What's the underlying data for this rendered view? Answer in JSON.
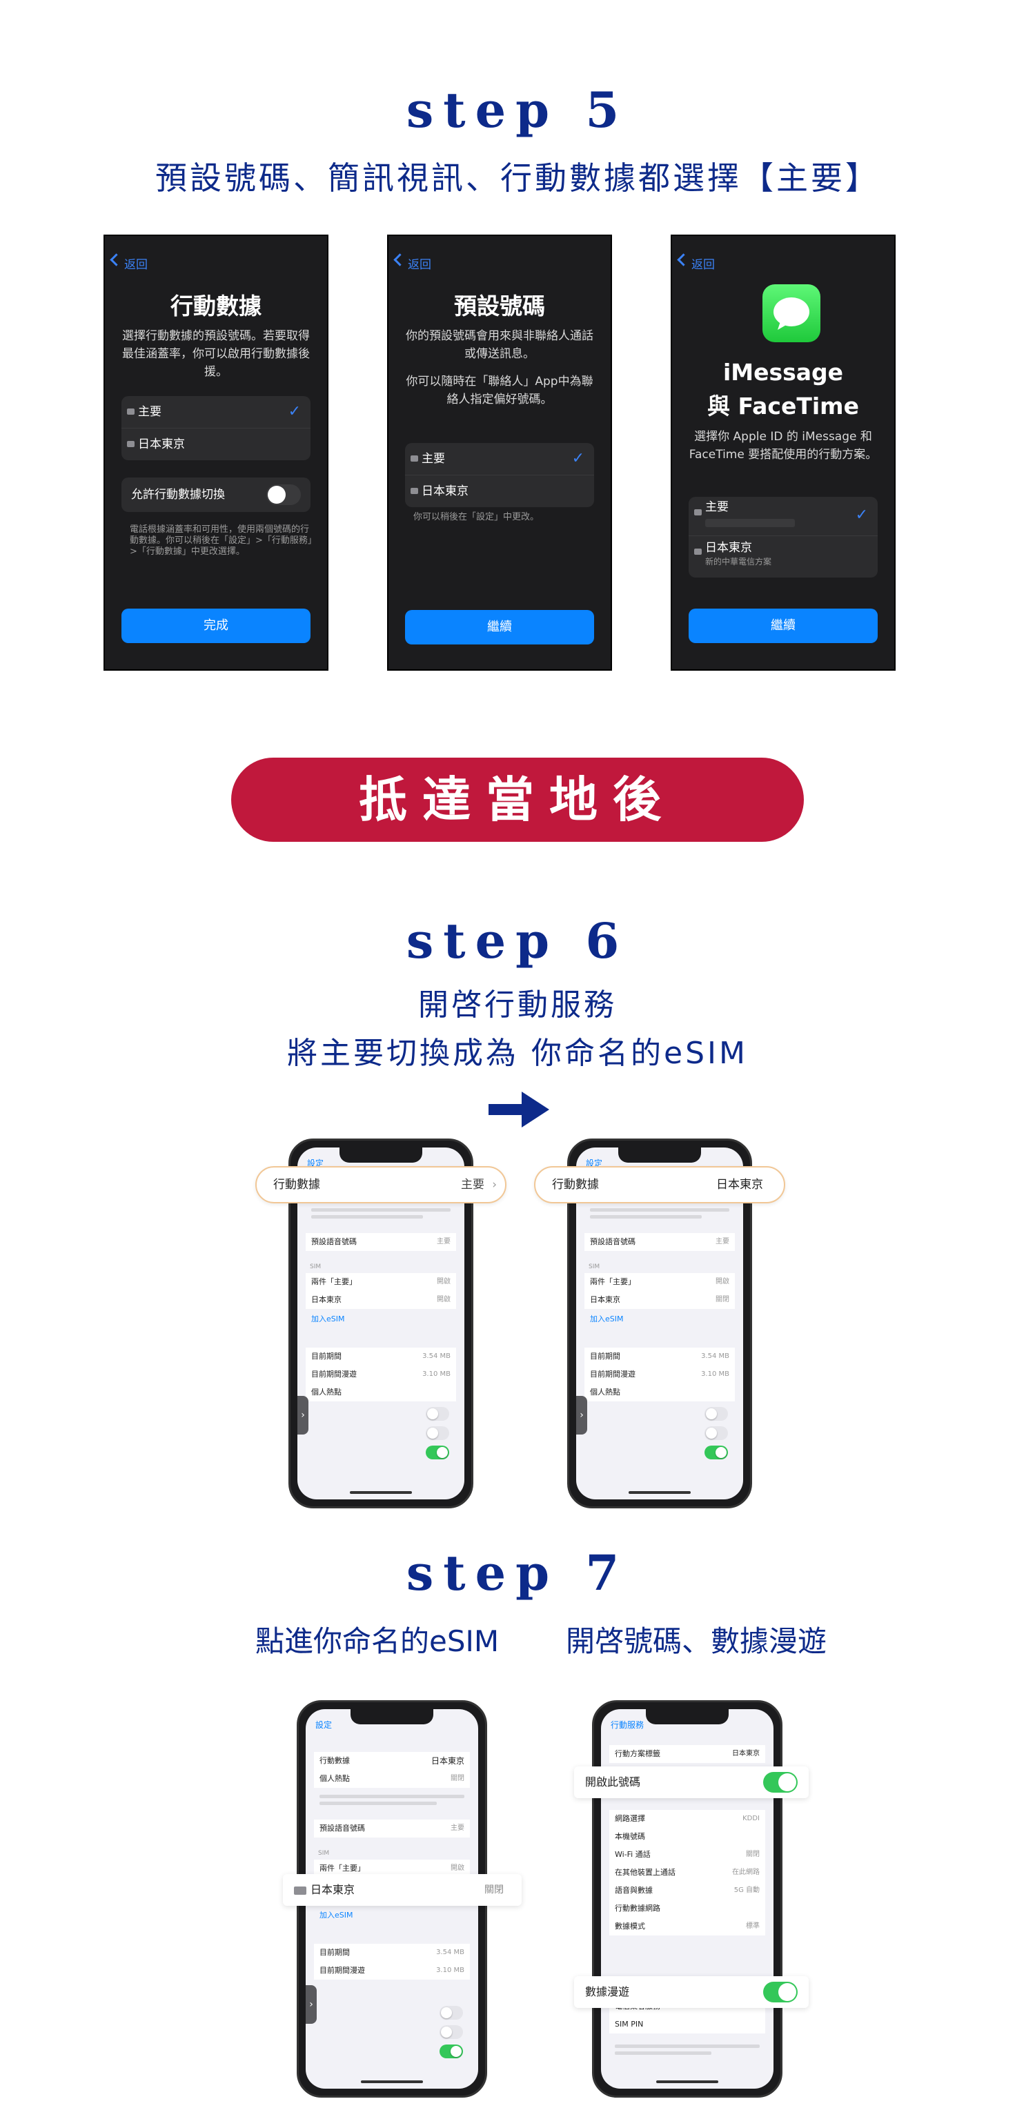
{
  "step5": {
    "title": "step 5",
    "subtitle": "預設號碼、簡訊視訊、行動數據都選擇【主要】",
    "screens": [
      {
        "back": "返回",
        "title": "行動數據",
        "desc": "選擇行動數據的預設號碼。若要取得最佳涵蓋率，你可以啟用行動數據後援。",
        "options": [
          "主要",
          "日本東京"
        ],
        "selected": "主要",
        "toggle_label": "允許行動數據切換",
        "note": "電話根據涵蓋率和可用性，使用兩個號碼的行動數據。你可以稍後在「設定」>「行動服務」>「行動數據」中更改選擇。",
        "button": "完成"
      },
      {
        "back": "返回",
        "title": "預設號碼",
        "desc": "你的預設號碼會用來與非聯絡人通話或傳送訊息。",
        "desc2": "你可以隨時在「聯絡人」App中為聯絡人指定偏好號碼。",
        "options": [
          "主要",
          "日本東京"
        ],
        "selected": "主要",
        "note": "你可以稍後在「設定」中更改。",
        "button": "繼續"
      },
      {
        "back": "返回",
        "title_line1": "iMessage",
        "title_line2": "與 FaceTime",
        "desc": "選擇你 Apple ID 的 iMessage 和 FaceTime 要搭配使用的行動方案。",
        "options": [
          "主要",
          "日本東京"
        ],
        "option2_sub": "新的中華電信方案",
        "selected": "主要",
        "button": "繼續"
      }
    ]
  },
  "banner": "抵達當地後",
  "step6": {
    "title": "step 6",
    "line1": "開啓行動服務",
    "line2": "將主要切換成為 你命名的eSIM",
    "phones": [
      {
        "back": "設定",
        "pill_label": "行動數據",
        "pill_value": "主要",
        "rows": [
          "預設語音號碼",
          "兩件「主要」",
          "日本東京",
          "加入eSIM",
          "目前期間",
          "目前期間漫遊",
          "個人熱點"
        ],
        "values": [
          "主要",
          "開啟",
          "開啟",
          "",
          "3.54 MB",
          "3.10 MB",
          ""
        ]
      },
      {
        "back": "設定",
        "pill_label": "行動數據",
        "pill_value": "日本東京",
        "rows": [
          "預設語音號碼",
          "兩件「主要」",
          "日本東京",
          "加入eSIM",
          "目前期間",
          "目前期間漫遊",
          "個人熱點"
        ],
        "values": [
          "主要",
          "開啟",
          "關閉",
          "",
          "3.54 MB",
          "3.10 MB",
          ""
        ]
      }
    ]
  },
  "step7": {
    "title": "step 7",
    "left_label": "點進你命名的eSIM",
    "right_label": "開啓號碼、數據漫遊",
    "phone_left": {
      "back": "設定",
      "rows": [
        "行動數據",
        "個人熱點",
        "預設語音號碼",
        "兩件「主要」",
        "加入eSIM",
        "目前期間",
        "目前期間漫遊"
      ],
      "values": [
        "日本東京",
        "關閉",
        "主要",
        "開啟",
        "",
        "3.54 MB",
        "3.10 MB"
      ],
      "highlight_label": "日本東京",
      "highlight_value": "關閉"
    },
    "phone_right": {
      "back": "行動服務",
      "rows": [
        "行動方案標籤",
        "網路選擇",
        "本機號碼",
        "Wi-Fi 通話",
        "在其他裝置上通話",
        "語音與數據",
        "行動數據網路",
        "數據模式",
        "電信業者服務",
        "SIM PIN"
      ],
      "values": [
        "日本東京",
        "KDDI",
        "",
        "關閉",
        "在此網路",
        "5G 自動",
        "",
        "標準",
        "",
        ""
      ],
      "highlight1": "開啟此號碼",
      "highlight2": "數據漫遊"
    }
  },
  "colors": {
    "accent_blue": "#0d2a8a",
    "banner_red": "#c0183c",
    "ios_blue": "#0a84ff",
    "ios_green": "#34c759"
  }
}
